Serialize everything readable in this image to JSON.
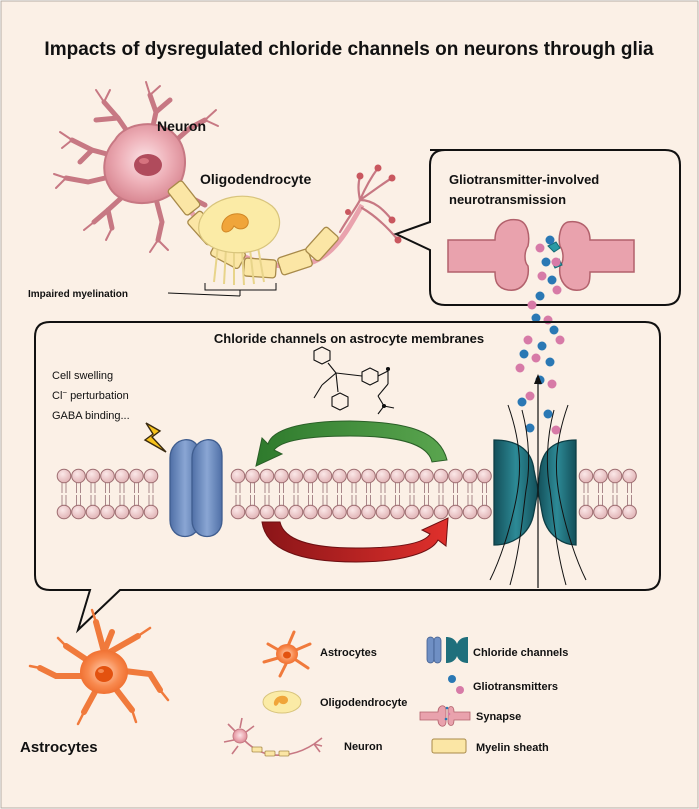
{
  "title": "Impacts of dysregulated chloride channels on neurons through glia",
  "labels": {
    "neuron": "Neuron",
    "oligodendrocyte": "Oligodendrocyte",
    "impaired_myelination": "Impaired myelination",
    "gliotransmission_line1": "Gliotransmitter-involved",
    "gliotransmission_line2": "neurotransmission",
    "membrane_title": "Chloride channels on astrocyte membranes",
    "effect_1": "Cell swelling",
    "effect_2_symbol": "Cl",
    "effect_2_sup": "−",
    "effect_2_text": "perturbation",
    "effect_3": "GABA binding...",
    "astrocytes": "Astrocytes"
  },
  "legend": [
    {
      "icon": "astrocyte-icon",
      "label": "Astrocytes"
    },
    {
      "icon": "oligodendrocyte-icon",
      "label": "Oligodendrocyte"
    },
    {
      "icon": "neuron-icon",
      "label": "Neuron"
    },
    {
      "icon": "chloride-channel-icon",
      "label": "Chloride channels"
    },
    {
      "icon": "gliotransmitter-icon",
      "label": "Gliotransmitters"
    },
    {
      "icon": "synapse-icon",
      "label": "Synapse"
    },
    {
      "icon": "myelin-sheath-icon",
      "label": "Myelin sheath"
    }
  ],
  "colors": {
    "background": "#fbf0e6",
    "neuron": "#e9a2ad",
    "astrocyte": "#f47a3a",
    "myelin": "#fbe6a5",
    "channel_blue": "#6f8fc4",
    "channel_teal": "#1f6f7c",
    "gliotransmitter_blue": "#2a78b4",
    "gliotransmitter_pink": "#d77aa7",
    "arrow_green": "#3f8a3b",
    "arrow_red": "#b51f23",
    "membrane": "#e8c2c4"
  }
}
